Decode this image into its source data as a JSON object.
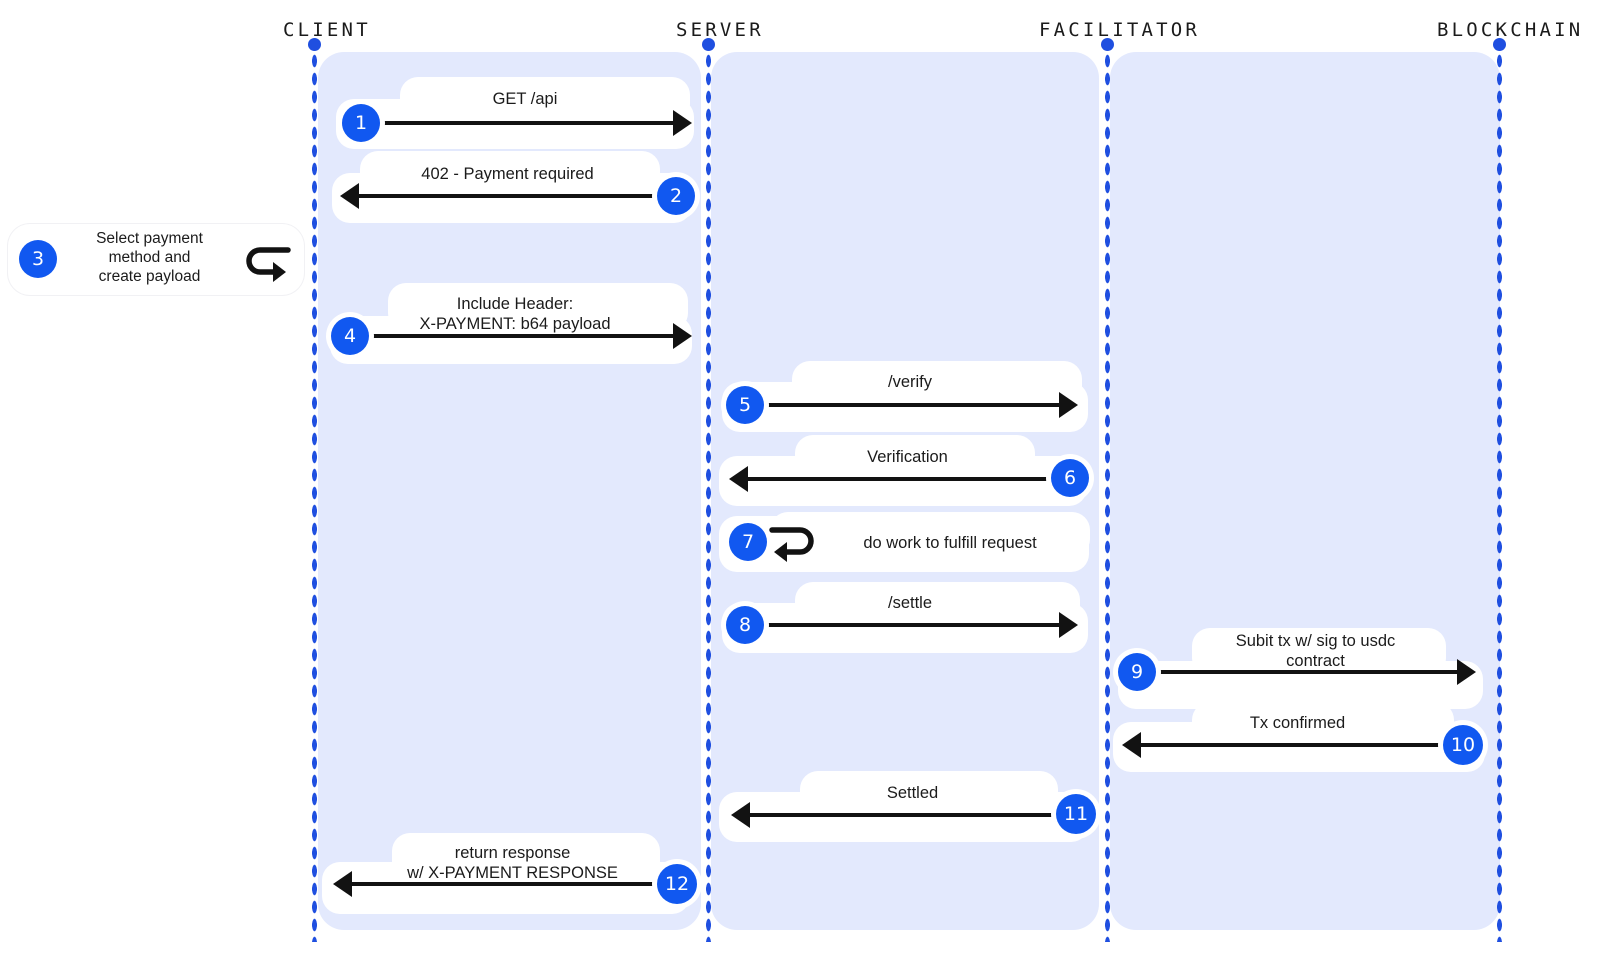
{
  "diagram": {
    "title": "x402 payment sequence diagram",
    "type": "sequence-diagram",
    "colors": {
      "lane_fill": "#e3e9fd",
      "badge": "#1158f0",
      "lifeline": "#1f4fe0",
      "arrow": "#121212",
      "plate": "#ffffff",
      "text": "#1b1b1b"
    },
    "actors": [
      {
        "id": "client",
        "label": "CLIENT"
      },
      {
        "id": "server",
        "label": "SERVER"
      },
      {
        "id": "facilitator",
        "label": "FACILITATOR"
      },
      {
        "id": "blockchain",
        "label": "BLOCKCHAIN"
      }
    ],
    "messages": [
      {
        "step": "1",
        "label": "GET /api",
        "from": "client",
        "to": "server",
        "direction": "right"
      },
      {
        "step": "2",
        "label": "402 - Payment required",
        "from": "server",
        "to": "client",
        "direction": "left"
      },
      {
        "step": "3",
        "label": "Select payment\nmethod and\ncreate payload",
        "from": "client",
        "to": "client",
        "direction": "self-right"
      },
      {
        "step": "4",
        "label": "Include Header:\nX-PAYMENT: b64 payload",
        "from": "client",
        "to": "server",
        "direction": "right"
      },
      {
        "step": "5",
        "label": "/verify",
        "from": "server",
        "to": "facilitator",
        "direction": "right"
      },
      {
        "step": "6",
        "label": "Verification",
        "from": "facilitator",
        "to": "server",
        "direction": "left"
      },
      {
        "step": "7",
        "label": "do work to fulfill request",
        "from": "server",
        "to": "server",
        "direction": "self-left"
      },
      {
        "step": "8",
        "label": "/settle",
        "from": "server",
        "to": "facilitator",
        "direction": "right"
      },
      {
        "step": "9",
        "label": "Subit tx w/ sig to usdc\ncontract",
        "from": "facilitator",
        "to": "blockchain",
        "direction": "right"
      },
      {
        "step": "10",
        "label": "Tx confirmed",
        "from": "blockchain",
        "to": "facilitator",
        "direction": "left"
      },
      {
        "step": "11",
        "label": "Settled",
        "from": "facilitator",
        "to": "server",
        "direction": "left"
      },
      {
        "step": "12",
        "label": "return response\nw/ X-PAYMENT RESPONSE",
        "from": "server",
        "to": "client",
        "direction": "left"
      }
    ]
  }
}
